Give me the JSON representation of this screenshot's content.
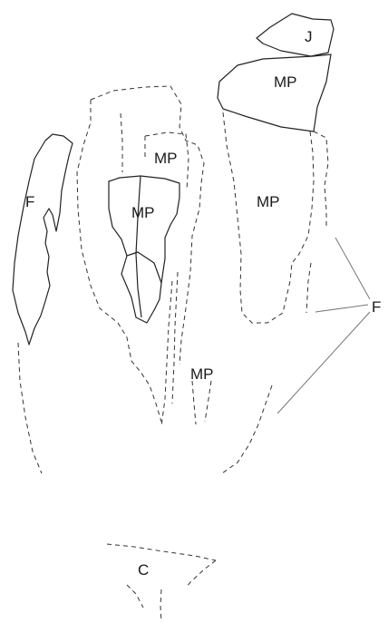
{
  "labels": {
    "j": "J",
    "mp_top": "MP",
    "mp_upper_middle": "MP",
    "mp_right": "MP",
    "mp_center_bone": "MP",
    "mp_lower": "MP",
    "f_left": "F",
    "f_right": "F",
    "c": "C"
  }
}
